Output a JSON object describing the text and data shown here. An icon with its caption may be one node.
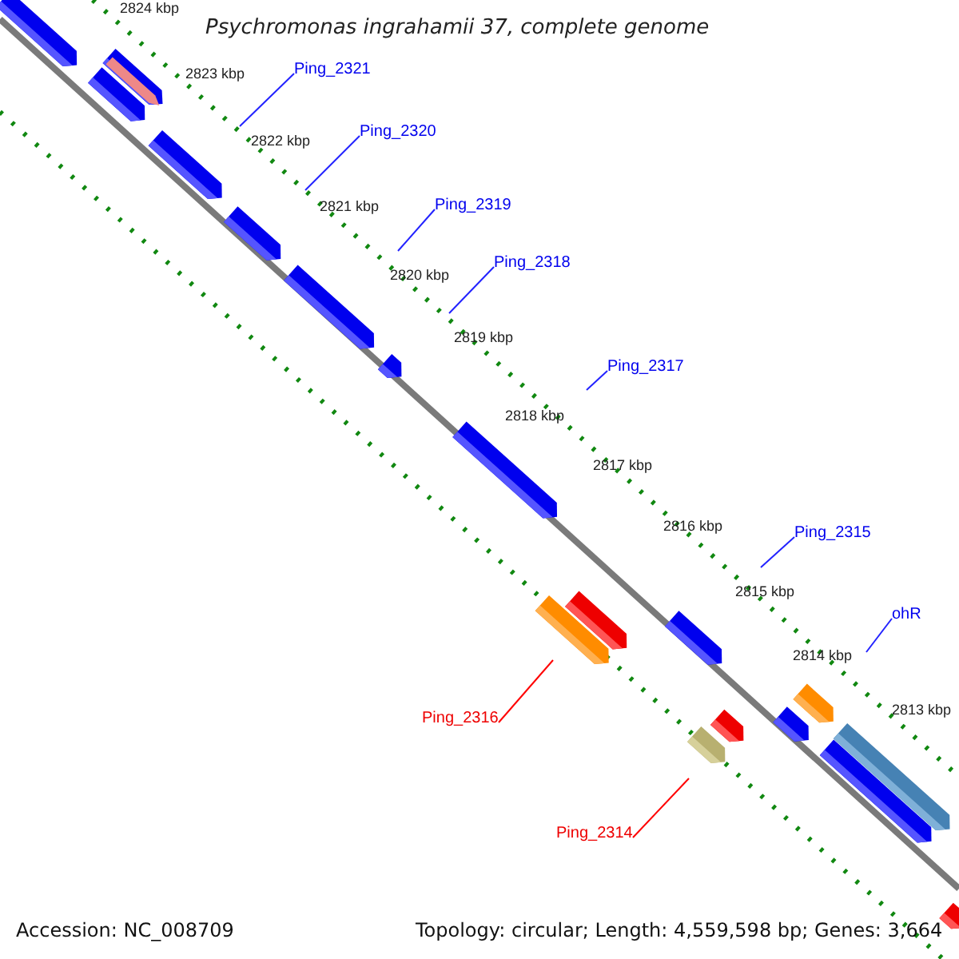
{
  "diagram": {
    "title": "Psychromonas ingrahamii 37, complete genome",
    "nodes": [
      {
        "text": [
          "Ping_2321"
        ]
      },
      {
        "text": [
          "Ping_2320"
        ]
      },
      {
        "text": [
          "Ping_2319"
        ]
      },
      {
        "text": [
          "Ping_2318"
        ]
      },
      {
        "text": [
          "Ping_2317"
        ]
      },
      {
        "text": [
          "Ping_2315"
        ]
      },
      {
        "text": [
          "ohR"
        ]
      },
      {
        "text": [
          "Ping_2316"
        ]
      },
      {
        "text": [
          "Ping_2314"
        ]
      }
    ],
    "edges": [
      {
        "from": 0,
        "to": null,
        "arrow": "none"
      },
      {
        "from": 1,
        "to": null,
        "arrow": "none"
      },
      {
        "from": 2,
        "to": null,
        "arrow": "none"
      },
      {
        "from": 3,
        "to": null,
        "arrow": "none"
      },
      {
        "from": 4,
        "to": null,
        "arrow": "none"
      },
      {
        "from": 5,
        "to": null,
        "arrow": "none"
      },
      {
        "from": 6,
        "to": null,
        "arrow": "none"
      },
      {
        "from": 7,
        "to": null,
        "arrow": "none",
        "color": "#ff0000"
      },
      {
        "from": 8,
        "to": null,
        "arrow": "none",
        "color": "#ff0000"
      }
    ],
    "labels": [
      "2824 kbp",
      "2823 kbp",
      "2822 kbp",
      "2821 kbp",
      "2820 kbp",
      "2819 kbp",
      "2818 kbp",
      "2817 kbp",
      "2816 kbp",
      "2815 kbp",
      "2814 kbp",
      "2813 kbp",
      "Accession: NC_008709",
      "Topology: circular; Length: 4,559,598 bp; Genes: 3,664"
    ]
  }
}
